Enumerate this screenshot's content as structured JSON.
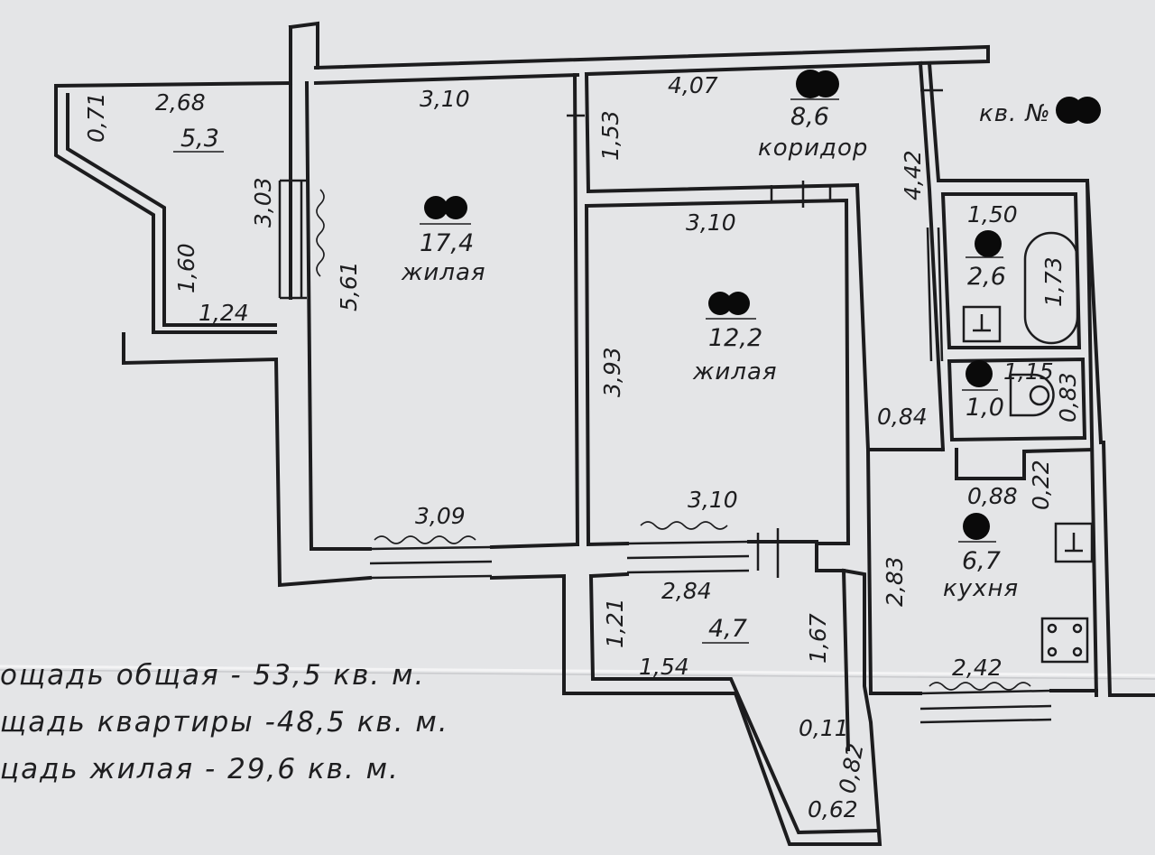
{
  "colors": {
    "paper": "#e4e5e7",
    "ink": "#1c1c1e",
    "redaction": "#0a0a0a"
  },
  "apartment": {
    "label": "кв. №"
  },
  "rooms": {
    "loggia_left": {
      "area": "5,3",
      "d_top": "2,68",
      "d_left": "0,71",
      "d_right": "3,03",
      "d_mid": "1,60",
      "d_bottom": "1,24"
    },
    "living_big": {
      "area": "17,4",
      "label": "жилая",
      "d_top": "3,10",
      "d_left": "5,61",
      "d_bottom": "3,09"
    },
    "corridor": {
      "area": "8,6",
      "label": "коридор",
      "d_top": "4,07",
      "d_left": "1,53",
      "d_right": "4,42",
      "d_bottom": "0,84"
    },
    "living_small": {
      "area": "12,2",
      "label": "жилая",
      "d_top": "3,10",
      "d_left": "3,93",
      "d_bottom": "3,10"
    },
    "bathroom": {
      "area": "2,6",
      "d_top": "1,50",
      "d_right": "1,73"
    },
    "toilet": {
      "area": "1,0",
      "d_top": "1,15",
      "d_right": "0,83"
    },
    "kitchen": {
      "area": "6,7",
      "label": "кухня",
      "d_top": "0,88",
      "d_top_right": "0,22",
      "d_left": "2,83",
      "d_bottom": "2,42"
    },
    "loggia_bottom": {
      "area": "4,7",
      "d_top": "2,84",
      "d_left": "1,21",
      "d_right": "1,67",
      "d_bottom": "1,54",
      "d_a": "0,11",
      "d_b": "0,82",
      "d_c": "0,62"
    }
  },
  "summary": {
    "line1": "ощадь общая  - 53,5 кв. м.",
    "line2": "щадь квартиры -48,5 кв. м.",
    "line3": "цадь жилая - 29,6 кв. м."
  }
}
